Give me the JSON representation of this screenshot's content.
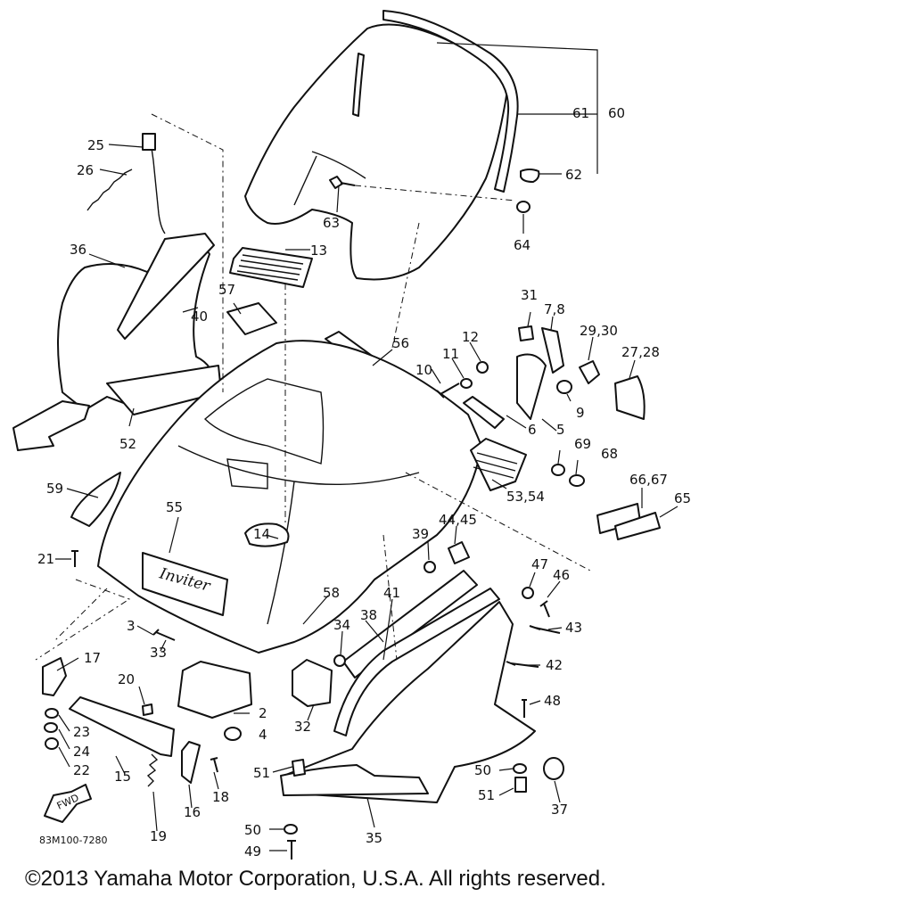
{
  "diagram": {
    "colors": {
      "ink": "#111111",
      "paper": "#ffffff"
    },
    "callouts": {
      "c60": "60",
      "c61": "61",
      "c62": "62",
      "c63": "63",
      "c64": "64",
      "c25": "25",
      "c26": "26",
      "c36": "36",
      "c13": "13",
      "c57": "57",
      "c40": "40",
      "c56": "56",
      "c31": "31",
      "c7_8": "7,8",
      "c12": "12",
      "c11": "11",
      "c10": "10",
      "c29_30": "29,30",
      "c27_28": "27,28",
      "c9": "9",
      "c6": "6",
      "c5": "5",
      "c52": "52",
      "c59": "59",
      "c53_54": "53,54",
      "c69": "69",
      "c68": "68",
      "c66_67": "66,67",
      "c65": "65",
      "c55": "55",
      "c21": "21",
      "c14": "14",
      "c39": "39",
      "c44_45": "44,45",
      "c47": "47",
      "c46": "46",
      "c41": "41",
      "c58": "58",
      "c43": "43",
      "c34": "34",
      "c38": "38",
      "c3": "3",
      "c33": "33",
      "c17": "17",
      "c42": "42",
      "c20": "20",
      "c48": "48",
      "c2": "2",
      "c4": "4",
      "c32": "32",
      "c23": "23",
      "c24": "24",
      "c22": "22",
      "c15": "15",
      "c18": "18",
      "c16": "16",
      "c51a": "51",
      "c50a": "50",
      "c51b": "51",
      "c37": "37",
      "c35": "35",
      "c19": "19",
      "c50b": "50",
      "c49": "49"
    },
    "logo_text": "Inviter",
    "fwd_label": "FWD",
    "diagram_code": "83M100-7280"
  },
  "copyright": "©2013 Yamaha Motor Corporation, U.S.A. All rights reserved."
}
